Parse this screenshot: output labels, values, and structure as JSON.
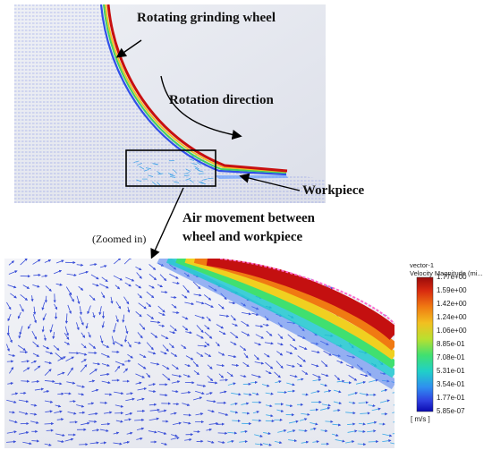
{
  "labels": {
    "wheel": "Rotating grinding wheel",
    "rotation": "Rotation direction",
    "workpiece": "Workpiece",
    "air_line1": "Air movement between",
    "air_line2": "wheel and workpiece",
    "zoomed": "(Zoomed in)"
  },
  "legend": {
    "title_line1": "vector-1",
    "title_line2": "Velocity Magnitude (mi...",
    "ticks": [
      "1.77e+00",
      "1.59e+00",
      "1.42e+00",
      "1.24e+00",
      "1.06e+00",
      "8.85e-01",
      "7.08e-01",
      "5.31e-01",
      "3.54e-01",
      "1.77e-01",
      "5.85e-07"
    ],
    "unit": "[ m/s ]",
    "colors": [
      "#b01010",
      "#e03a10",
      "#f08a10",
      "#f0d020",
      "#a0e030",
      "#40e070",
      "#20d0c0",
      "#30a0f0",
      "#3050f0",
      "#1010c0"
    ]
  },
  "colors": {
    "panel_bg": "#e4e6ee",
    "vector": "#3a4fd8",
    "box": "#000000"
  }
}
